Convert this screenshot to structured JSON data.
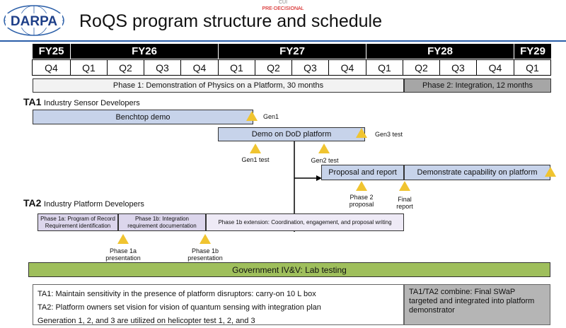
{
  "header": {
    "logo_text": "DARPA",
    "cui": "CUI",
    "pre_decisional": "PRE-DECISIONAL",
    "title": "RoQS program structure and schedule"
  },
  "fiscal_years": [
    "FY25",
    "FY26",
    "FY27",
    "FY28",
    "FY29"
  ],
  "quarters": [
    "Q4",
    "Q1",
    "Q2",
    "Q3",
    "Q4",
    "Q1",
    "Q2",
    "Q3",
    "Q4",
    "Q1",
    "Q2",
    "Q3",
    "Q4",
    "Q1"
  ],
  "phases": {
    "phase1": "Phase 1: Demonstration of Physics on a Platform, 30 months",
    "phase2": "Phase 2: Integration, 12 months"
  },
  "ta1": {
    "tag": "TA1",
    "name": "Industry Sensor Developers",
    "benchtop": "Benchtop demo",
    "dod": "Demo on DoD platform",
    "proposal": "Proposal and report",
    "demonstrate": "Demonstrate capability on platform",
    "gen1": "Gen1",
    "gen3_test": "Gen3 test",
    "gen1_test": "Gen1 test",
    "gen2_test": "Gen2 test",
    "phase2_proposal_l1": "Phase 2",
    "phase2_proposal_l2": "proposal",
    "final_report_l1": "Final",
    "final_report_l2": "report"
  },
  "ta2": {
    "tag": "TA2",
    "name": "Industry Platform Developers",
    "p1a_l1": "Phase 1a: Program of Record",
    "p1a_l2": "Requirement identification",
    "p1b_l1": "Phase 1b: Integration",
    "p1b_l2": "requirement documentation",
    "p1b_ext": "Phase 1b extension: Coordination, engagement, and proposal writing",
    "p1a_pres_l1": "Phase 1a",
    "p1a_pres_l2": "presentation",
    "p1b_pres_l1": "Phase 1b",
    "p1b_pres_l2": "presentation"
  },
  "government": "Government IV&V: Lab testing",
  "notes": [
    "TA1: Maintain sensitivity in the presence of platform disruptors: carry-on 10 L box",
    "TA2: Platform owners set vision for vision of quantum sensing with integration plan",
    "Generation 1, 2, and 3 are utilized on helicopter test 1, 2, and 3"
  ],
  "combine": "TA1/TA2 combine: Final SWaP targeted and integrated into platform demonstrator",
  "colors": {
    "accent_blue": "#2a5ea8",
    "milestone": "#f0c430",
    "ta1_bar": "#c7d3ea",
    "ta2_bar": "#dcd6ec",
    "gov_bar": "#9fbf5c",
    "phase2_fill": "#a6a6a6"
  }
}
